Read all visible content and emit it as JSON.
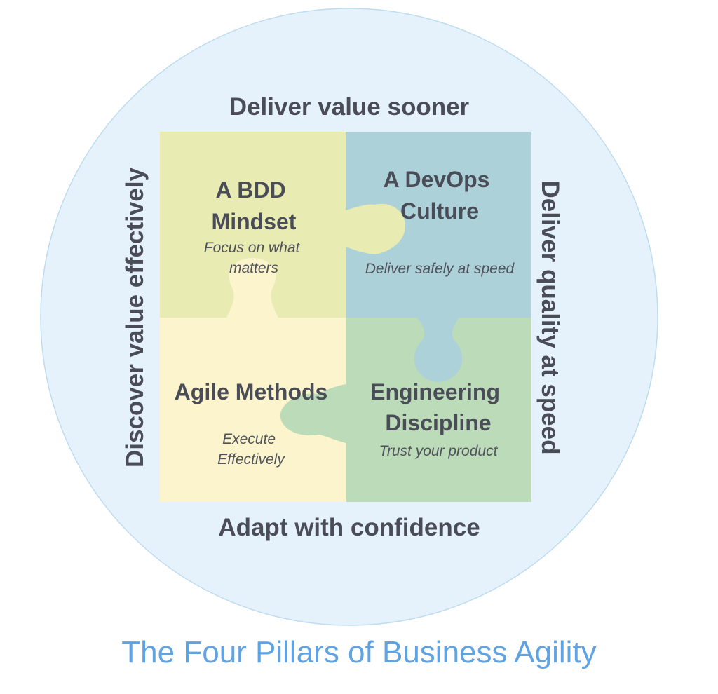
{
  "diagram": {
    "edges": {
      "top": "Deliver value sooner",
      "bottom": "Adapt with confidence",
      "left": "Discover value effectively",
      "right": "Deliver quality at speed"
    },
    "tiles": [
      {
        "id": "bdd",
        "title_lines": [
          "A BDD",
          "Mindset"
        ],
        "subtitle_lines": [
          "Focus on what",
          "matters"
        ],
        "color": "#e9ecb2"
      },
      {
        "id": "devops",
        "title_lines": [
          "A DevOps",
          "Culture"
        ],
        "subtitle_lines": [
          "Deliver safely at speed"
        ],
        "color": "#acd1d9"
      },
      {
        "id": "agile",
        "title_lines": [
          "Agile Methods"
        ],
        "subtitle_lines": [
          "Execute",
          "Effectively"
        ],
        "color": "#fbf4cd"
      },
      {
        "id": "engineering",
        "title_lines": [
          "Engineering",
          "Discipline"
        ],
        "subtitle_lines": [
          "Trust your product"
        ],
        "color": "#bcdbb8"
      }
    ],
    "circle_color": "#e6f2fb"
  },
  "caption": "The Four Pillars of Business Agility"
}
